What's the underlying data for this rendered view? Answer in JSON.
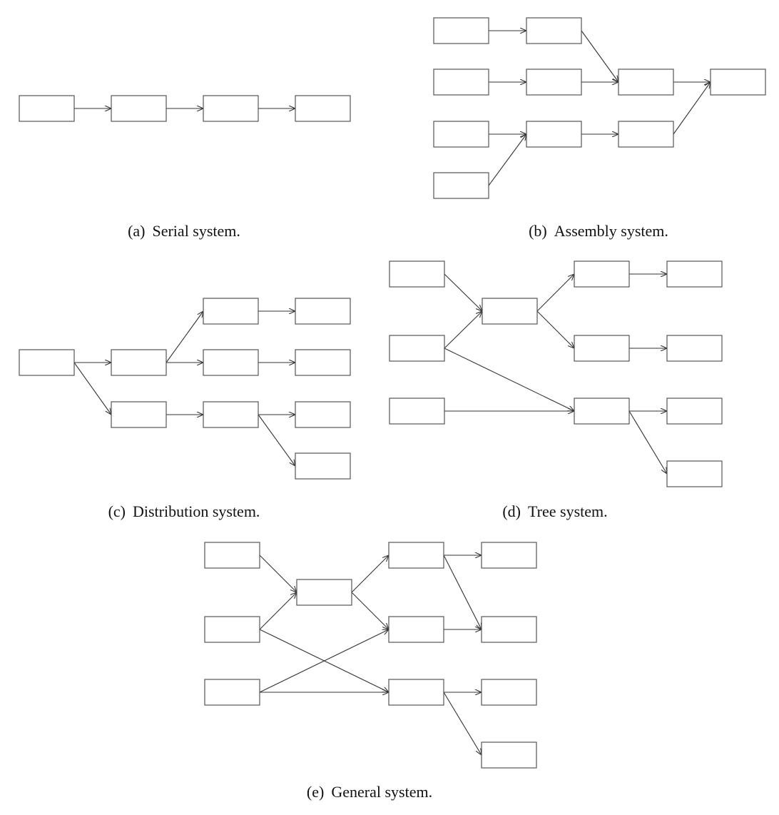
{
  "figure": {
    "panels": [
      {
        "id": "a",
        "caption_label": "(a)",
        "caption_text": "Serial system.",
        "nodes": [
          "a1",
          "a2",
          "a3",
          "a4"
        ],
        "edges": [
          [
            "a1",
            "a2"
          ],
          [
            "a2",
            "a3"
          ],
          [
            "a3",
            "a4"
          ]
        ]
      },
      {
        "id": "b",
        "caption_label": "(b)",
        "caption_text": "Assembly system.",
        "nodes": [
          "b1",
          "b2",
          "b3",
          "b4",
          "b5",
          "b6",
          "b7",
          "b8",
          "b9",
          "b10"
        ],
        "edges": [
          [
            "b1",
            "b2"
          ],
          [
            "b2",
            "b8"
          ],
          [
            "b3",
            "b4"
          ],
          [
            "b4",
            "b8"
          ],
          [
            "b8",
            "b10"
          ],
          [
            "b5",
            "b6"
          ],
          [
            "b7",
            "b6"
          ],
          [
            "b6",
            "b9"
          ],
          [
            "b9",
            "b10"
          ]
        ]
      },
      {
        "id": "c",
        "caption_label": "(c)",
        "caption_text": "Distribution system.",
        "nodes": [
          "c1",
          "c2",
          "c3",
          "c4",
          "c5",
          "c6",
          "c7",
          "c8",
          "c9",
          "c10"
        ],
        "edges": [
          [
            "c1",
            "c2"
          ],
          [
            "c1",
            "c3"
          ],
          [
            "c2",
            "c4"
          ],
          [
            "c2",
            "c5"
          ],
          [
            "c4",
            "c7"
          ],
          [
            "c5",
            "c8"
          ],
          [
            "c3",
            "c6"
          ],
          [
            "c6",
            "c9"
          ],
          [
            "c6",
            "c10"
          ]
        ]
      },
      {
        "id": "d",
        "caption_label": "(d)",
        "caption_text": "Tree system.",
        "nodes": [
          "d1",
          "d2",
          "d3",
          "d4",
          "d5",
          "d6",
          "d7",
          "d8",
          "d9",
          "d10",
          "d11"
        ],
        "edges": [
          [
            "d1",
            "d4"
          ],
          [
            "d2",
            "d4"
          ],
          [
            "d2",
            "d7"
          ],
          [
            "d3",
            "d7"
          ],
          [
            "d4",
            "d5"
          ],
          [
            "d4",
            "d6"
          ],
          [
            "d5",
            "d8"
          ],
          [
            "d6",
            "d9"
          ],
          [
            "d7",
            "d10"
          ],
          [
            "d7",
            "d11"
          ]
        ]
      },
      {
        "id": "e",
        "caption_label": "(e)",
        "caption_text": "General system.",
        "nodes": [
          "e1",
          "e2",
          "e3",
          "e4",
          "e5",
          "e6",
          "e7",
          "e8",
          "e9",
          "e10",
          "e11"
        ],
        "edges": [
          [
            "e1",
            "e4"
          ],
          [
            "e2",
            "e4"
          ],
          [
            "e2",
            "e7"
          ],
          [
            "e3",
            "e6"
          ],
          [
            "e3",
            "e7"
          ],
          [
            "e4",
            "e5"
          ],
          [
            "e4",
            "e6"
          ],
          [
            "e5",
            "e8"
          ],
          [
            "e5",
            "e9"
          ],
          [
            "e6",
            "e9"
          ],
          [
            "e7",
            "e10"
          ],
          [
            "e7",
            "e11"
          ]
        ]
      }
    ]
  }
}
